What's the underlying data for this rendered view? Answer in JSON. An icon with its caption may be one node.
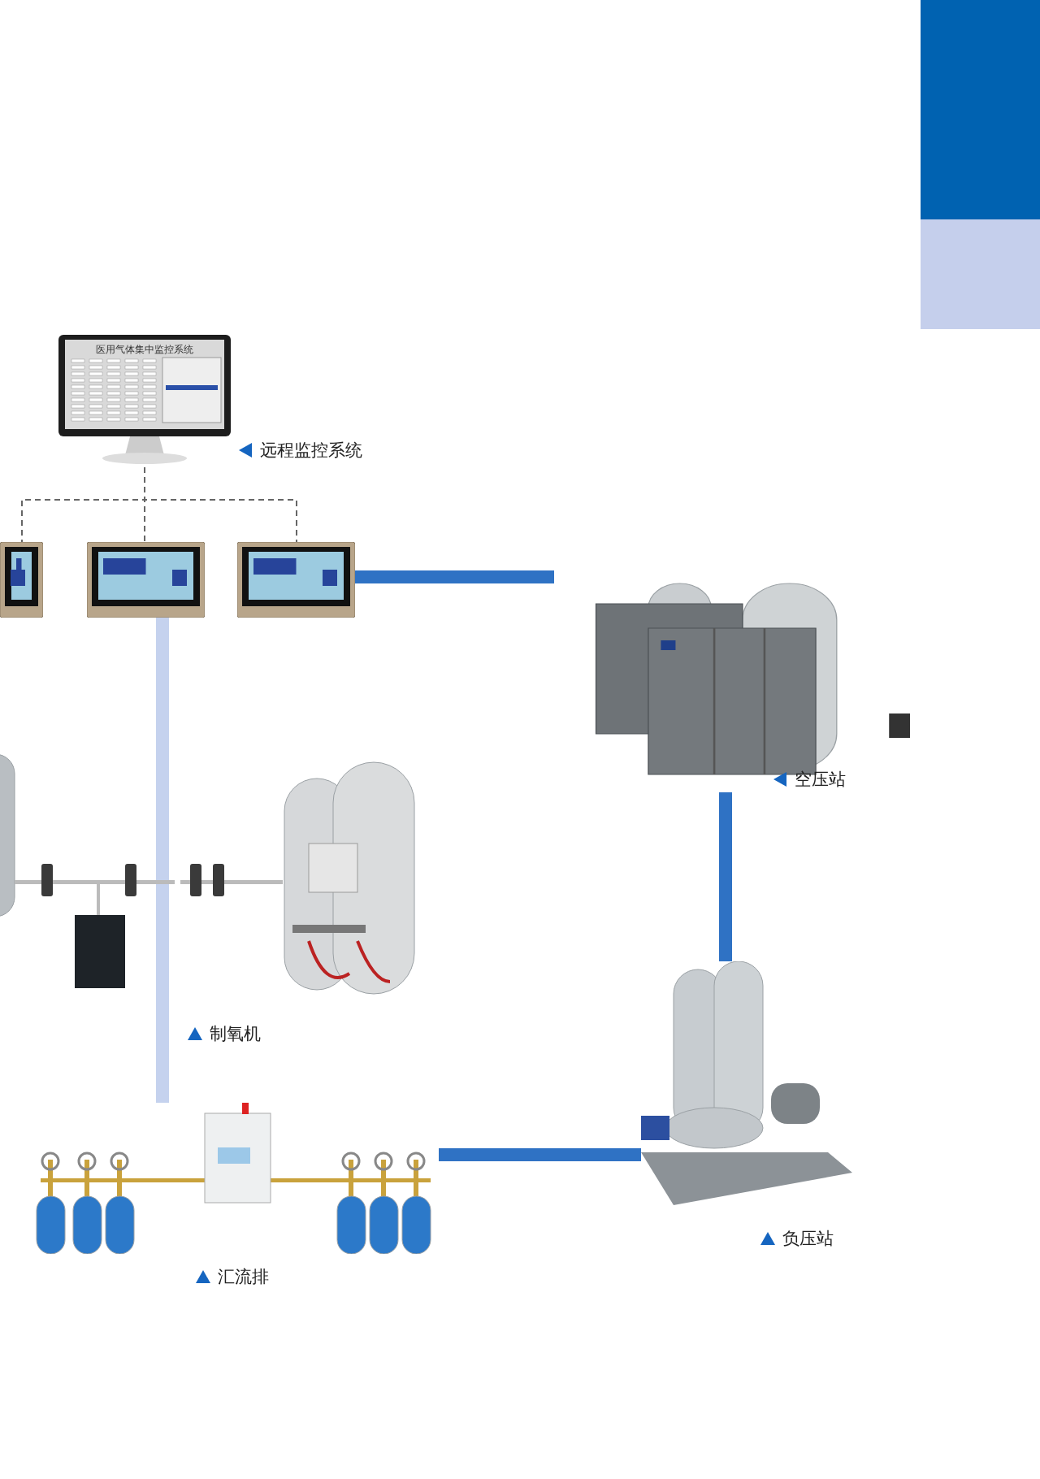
{
  "diagram": {
    "nodes": [
      {
        "text": [
          "医用气体集中监控系统"
        ],
        "beside": [
          "远程监控系统"
        ]
      },
      {
        "text": [],
        "shape": "picture"
      },
      {
        "text": [],
        "shape": "picture"
      },
      {
        "text": [],
        "shape": "picture"
      },
      {
        "text": [],
        "shape": "picture",
        "beside": [
          "空压站"
        ]
      },
      {
        "text": [],
        "shape": "picture",
        "beside": [
          "制氧机"
        ]
      },
      {
        "text": [],
        "shape": "picture",
        "beside": [
          "汇流排"
        ]
      },
      {
        "text": [],
        "shape": "picture",
        "beside": [
          "负压站"
        ]
      }
    ],
    "edges": [
      {
        "from": 0,
        "to": 1,
        "arrow": "none",
        "style": "dashed",
        "color": "#666666"
      },
      {
        "from": 0,
        "to": 2,
        "arrow": "none",
        "style": "dashed",
        "color": "#666666"
      },
      {
        "from": 0,
        "to": 3,
        "arrow": "none",
        "style": "dashed",
        "color": "#666666"
      },
      {
        "from": 3,
        "to": 4,
        "arrow": "none",
        "color": "#2f72c4"
      },
      {
        "from": 4,
        "to": 7,
        "arrow": "none",
        "color": "#2f72c4"
      },
      {
        "from": 7,
        "to": 6,
        "arrow": "none",
        "color": "#2f72c4"
      },
      {
        "from": 6,
        "to": 2,
        "arrow": "none",
        "color": "#c5d2ee"
      }
    ]
  }
}
